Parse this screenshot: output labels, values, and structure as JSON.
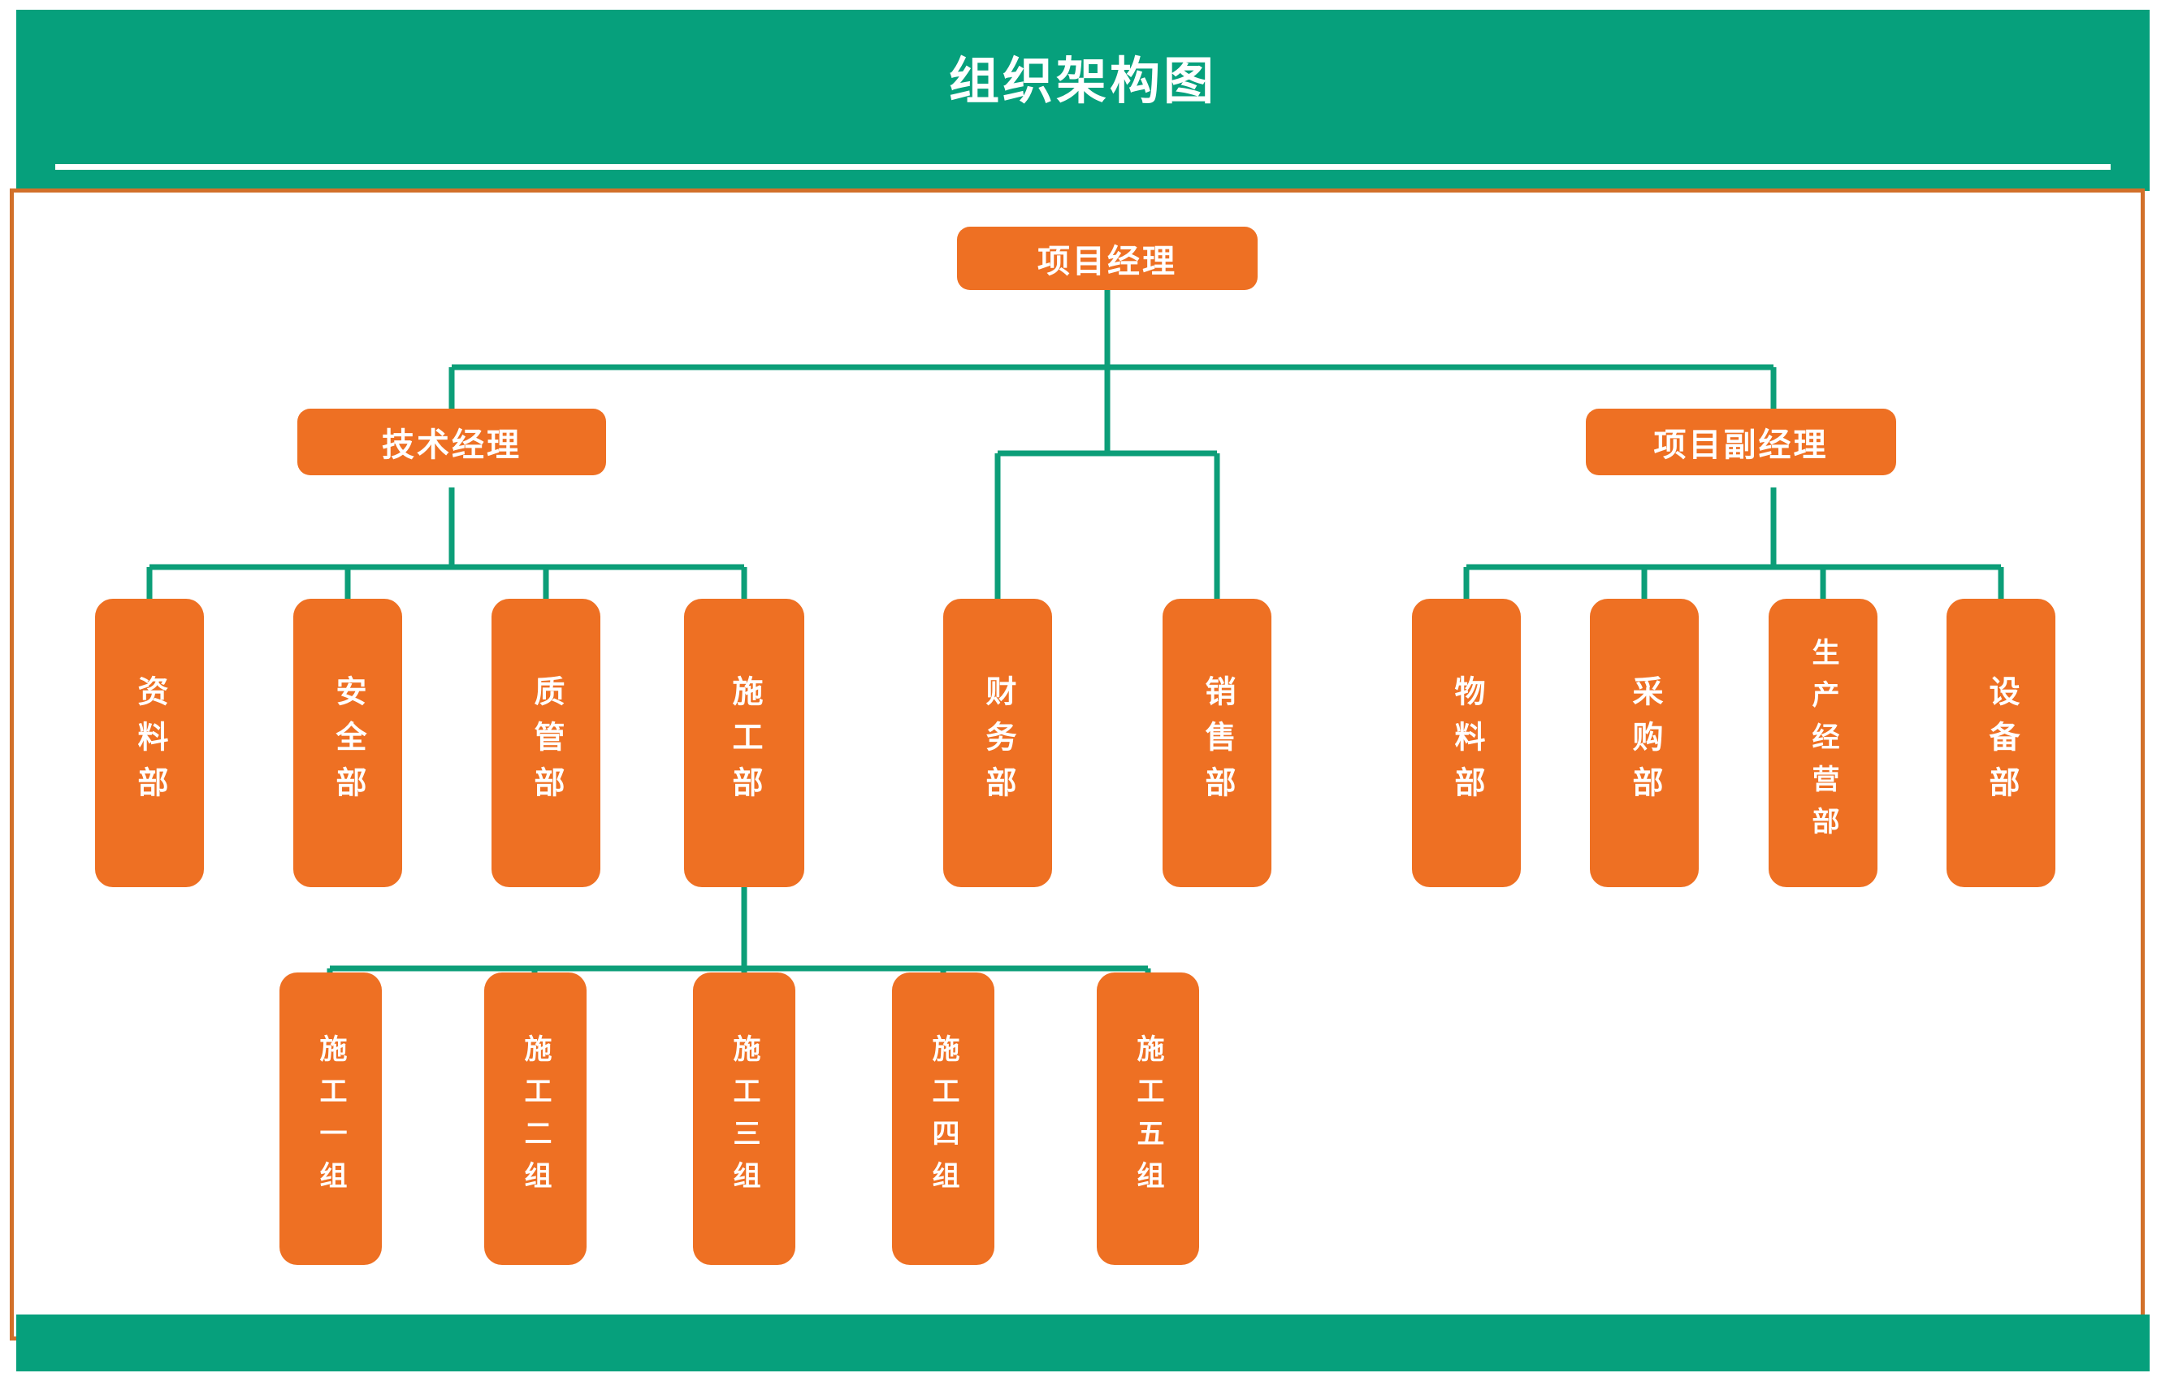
{
  "header": {
    "title": "组织架构图",
    "bg_color": "#06A07C",
    "title_color": "#FFFFFF"
  },
  "theme": {
    "node_color": "#EE7023",
    "node_text_color": "#FFFFFF",
    "connector_color": "#0C9E78",
    "frame_border_color": "#D2702A",
    "page_bg": "#FFFFFF"
  },
  "chart_data": {
    "type": "diagram",
    "title": "组织架构图",
    "orientation": "top-down",
    "levels": 4,
    "nodes": [
      {
        "id": "n0",
        "label": "项目经理",
        "level": 1,
        "parent": null,
        "shape": "rounded-rect",
        "text_direction": "horizontal"
      },
      {
        "id": "n1",
        "label": "技术经理",
        "level": 2,
        "parent": "n0",
        "shape": "rounded-rect",
        "text_direction": "horizontal"
      },
      {
        "id": "n2",
        "label": "项目副经理",
        "level": 2,
        "parent": "n0",
        "shape": "rounded-rect",
        "text_direction": "horizontal"
      },
      {
        "id": "n3",
        "label": "资料部",
        "level": 3,
        "parent": "n1",
        "shape": "rounded-rect",
        "text_direction": "vertical"
      },
      {
        "id": "n4",
        "label": "安全部",
        "level": 3,
        "parent": "n1",
        "shape": "rounded-rect",
        "text_direction": "vertical"
      },
      {
        "id": "n5",
        "label": "质管部",
        "level": 3,
        "parent": "n1",
        "shape": "rounded-rect",
        "text_direction": "vertical"
      },
      {
        "id": "n6",
        "label": "施工部",
        "level": 3,
        "parent": "n1",
        "shape": "rounded-rect",
        "text_direction": "vertical"
      },
      {
        "id": "n7",
        "label": "财务部",
        "level": 3,
        "parent": "n0",
        "shape": "rounded-rect",
        "text_direction": "vertical"
      },
      {
        "id": "n8",
        "label": "销售部",
        "level": 3,
        "parent": "n0",
        "shape": "rounded-rect",
        "text_direction": "vertical"
      },
      {
        "id": "n9",
        "label": "物料部",
        "level": 3,
        "parent": "n2",
        "shape": "rounded-rect",
        "text_direction": "vertical"
      },
      {
        "id": "n10",
        "label": "采购部",
        "level": 3,
        "parent": "n2",
        "shape": "rounded-rect",
        "text_direction": "vertical"
      },
      {
        "id": "n11",
        "label": "生产经营部",
        "level": 3,
        "parent": "n2",
        "shape": "rounded-rect",
        "text_direction": "vertical"
      },
      {
        "id": "n12",
        "label": "设备部",
        "level": 3,
        "parent": "n2",
        "shape": "rounded-rect",
        "text_direction": "vertical"
      },
      {
        "id": "n13",
        "label": "施工一组",
        "level": 4,
        "parent": "n6",
        "shape": "rounded-rect",
        "text_direction": "vertical"
      },
      {
        "id": "n14",
        "label": "施工二组",
        "level": 4,
        "parent": "n6",
        "shape": "rounded-rect",
        "text_direction": "vertical"
      },
      {
        "id": "n15",
        "label": "施工三组",
        "level": 4,
        "parent": "n6",
        "shape": "rounded-rect",
        "text_direction": "vertical"
      },
      {
        "id": "n16",
        "label": "施工四组",
        "level": 4,
        "parent": "n6",
        "shape": "rounded-rect",
        "text_direction": "vertical"
      },
      {
        "id": "n17",
        "label": "施工五组",
        "level": 4,
        "parent": "n6",
        "shape": "rounded-rect",
        "text_direction": "vertical"
      }
    ]
  },
  "nodes": {
    "root": "项目经理",
    "tech_manager": "技术经理",
    "deputy_manager": "项目副经理",
    "data_dept": "资料部",
    "safety_dept": "安全部",
    "quality_dept": "质管部",
    "construction_dept": "施工部",
    "finance_dept": "财务部",
    "sales_dept": "销售部",
    "material_dept": "物料部",
    "purchase_dept": "采购部",
    "production_dept": "生产经营部",
    "equipment_dept": "设备部",
    "crew_1": "施工一组",
    "crew_2": "施工二组",
    "crew_3": "施工三组",
    "crew_4": "施工四组",
    "crew_5": "施工五组"
  }
}
